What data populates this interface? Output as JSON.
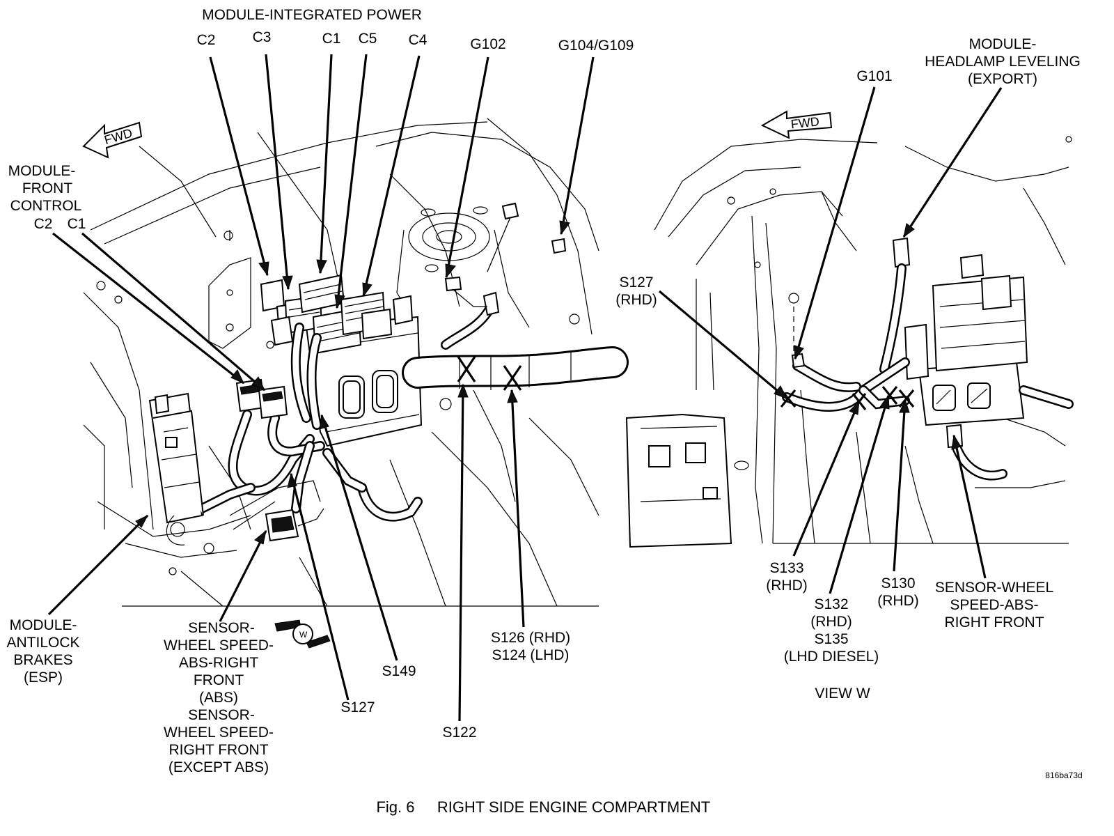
{
  "labels": {
    "module_integrated_power": "MODULE-INTEGRATED POWER",
    "ipm_c2": "C2",
    "ipm_c3": "C3",
    "ipm_c1": "C1",
    "ipm_c5": "C5",
    "ipm_c4": "C4",
    "g102": "G102",
    "g104_g109": "G104/G109",
    "module_front_control": [
      "MODULE-",
      "FRONT",
      "CONTROL"
    ],
    "fcm_c2": "C2",
    "fcm_c1": "C1",
    "module_antilock_brakes": [
      "MODULE-",
      "ANTILOCK",
      "BRAKES",
      "(ESP)"
    ],
    "sensor_abs_front": [
      "SENSOR-",
      "WHEEL SPEED-",
      "ABS-RIGHT",
      "FRONT",
      "(ABS)",
      "SENSOR-",
      "WHEEL SPEED-",
      "RIGHT FRONT",
      "(EXCEPT ABS)"
    ],
    "s127": "S127",
    "s149": "S149",
    "s122": "S122",
    "s126_s124": [
      "S126 (RHD)",
      "S124 (LHD)"
    ],
    "module_headlamp_leveling": [
      "MODULE-",
      "HEADLAMP LEVELING",
      "(EXPORT)"
    ],
    "g101": "G101",
    "s127_rhd": [
      "S127",
      "(RHD)"
    ],
    "s133_rhd": [
      "S133",
      "(RHD)"
    ],
    "s132_s135": [
      "S132",
      "(RHD)",
      "S135",
      "(LHD DIESEL)"
    ],
    "s130_rhd": [
      "S130",
      "(RHD)"
    ],
    "sensor_wheel_speed_rf": [
      "SENSOR-WHEEL",
      "SPEED-ABS-",
      "RIGHT FRONT"
    ],
    "view_w": "VIEW W",
    "fwd": "FWD",
    "view_marker": "W"
  },
  "figure_id": "816ba73d",
  "caption": {
    "number": "Fig. 6",
    "title": "RIGHT SIDE ENGINE COMPARTMENT"
  }
}
